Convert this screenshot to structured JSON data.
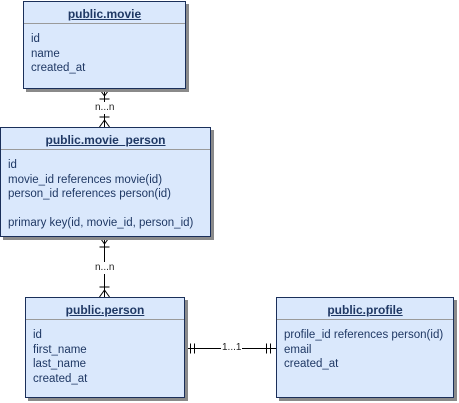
{
  "entities": {
    "movie": {
      "title": "public.movie",
      "attributes": [
        "id",
        "name",
        "created_at"
      ]
    },
    "movie_person": {
      "title": "public.movie_person",
      "attributes": [
        "id",
        "movie_id  references movie(id)",
        "person_id references person(id)"
      ],
      "key": "primary key(id, movie_id, person_id)"
    },
    "person": {
      "title": "public.person",
      "attributes": [
        "id",
        "first_name",
        "last_name",
        "created_at"
      ]
    },
    "profile": {
      "title": "public.profile",
      "attributes": [
        "profile_id references person(id)",
        "email",
        "created_at"
      ]
    }
  },
  "relationships": [
    {
      "from": "public.movie",
      "to": "public.movie_person",
      "label": "n...n"
    },
    {
      "from": "public.movie_person",
      "to": "public.person",
      "label": "n...n"
    },
    {
      "from": "public.person",
      "to": "public.profile",
      "label": "1...1"
    }
  ],
  "colors": {
    "entity_fill": "#dae8fc",
    "entity_border": "#1a2f5a",
    "text": "#1f3864",
    "connector": "#000000"
  }
}
